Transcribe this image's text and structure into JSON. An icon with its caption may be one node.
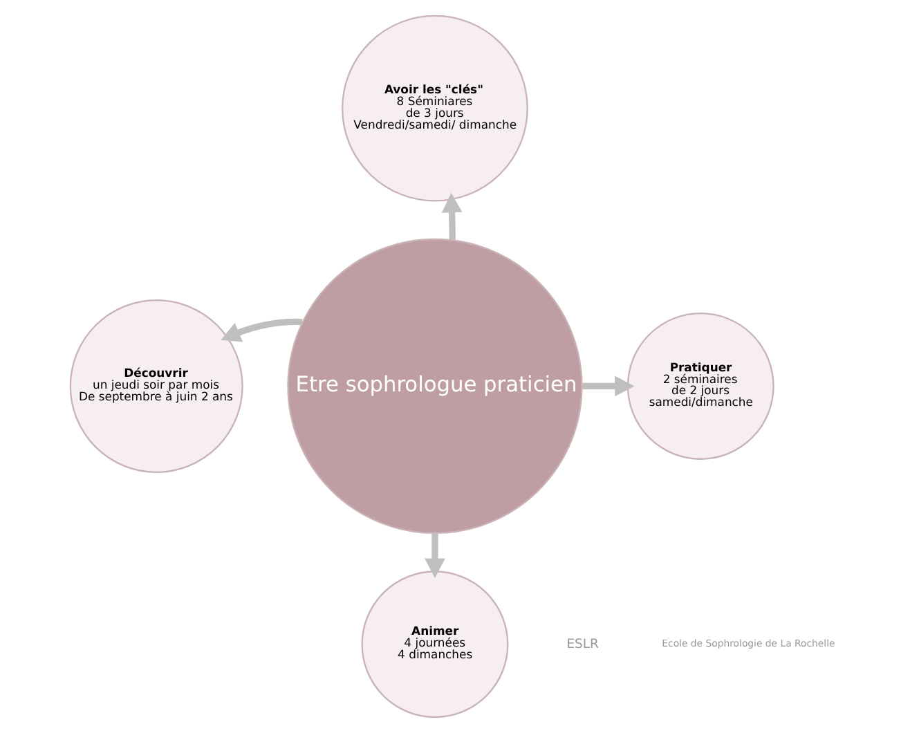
{
  "diagram": {
    "nodes": [
      {
        "text": [
          "Avoir les \"clés\"",
          "8 Séminiares",
          "de 3 jours",
          "Vendredi/samedi/ dimanche"
        ]
      },
      {
        "text": [
          "Découvrir",
          "un jeudi soir par mois",
          "De septembre à juin 2 ans"
        ]
      },
      {
        "text": [
          "Etre sophrologue praticien"
        ]
      },
      {
        "text": [
          "Pratiquer",
          "2 séminaires",
          "de 2 jours",
          "samedi/dimanche"
        ]
      },
      {
        "text": [
          "Animer",
          "4 journées",
          "4 dimanches"
        ]
      }
    ],
    "edges": [
      {
        "from": 2,
        "to": 0,
        "arrow": "to"
      },
      {
        "from": 2,
        "to": 1,
        "arrow": "to"
      },
      {
        "from": 2,
        "to": 3,
        "arrow": "to"
      },
      {
        "from": 2,
        "to": 4,
        "arrow": "to"
      }
    ],
    "labels": [
      "ESLR",
      "Ecole de Sophrologie de La Rochelle"
    ]
  }
}
